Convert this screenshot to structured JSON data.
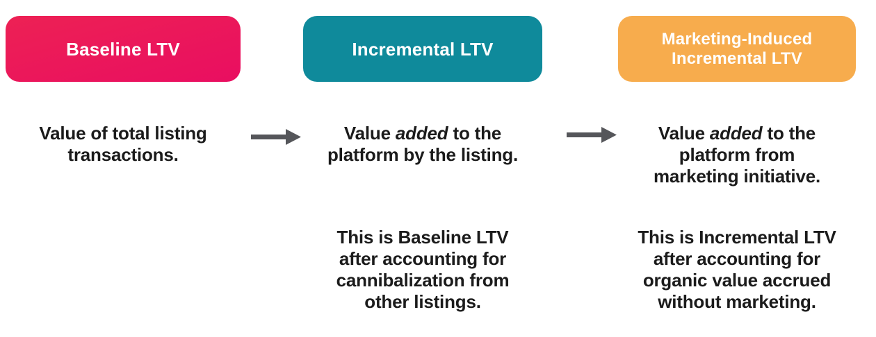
{
  "diagram": {
    "columns": [
      {
        "header": "Baseline LTV",
        "desc_pre": "Value of total listing\ntransactions.",
        "desc_em": "",
        "desc_post": "",
        "note": ""
      },
      {
        "header": "Incremental LTV",
        "desc_pre": "Value ",
        "desc_em": "added",
        "desc_post": " to the\nplatform by the listing.",
        "note": "This is Baseline LTV\nafter accounting for\ncannibalization from\nother listings."
      },
      {
        "header": "Marketing-Induced\nIncremental LTV",
        "desc_pre": "Value ",
        "desc_em": "added",
        "desc_post": " to the\nplatform from\nmarketing initiative.",
        "note": "This is Incremental LTV\nafter accounting for\norganic value accrued\nwithout marketing."
      }
    ],
    "colors": {
      "baseline_gradient_start": "#ED2154",
      "baseline_gradient_end": "#E90E61",
      "incremental_teal": "#0F8A9B",
      "marketing_orange": "#F7AC4D",
      "arrow_gray": "#55565A",
      "text": "#1B1B1B",
      "header_text": "#FFFFFF"
    }
  }
}
